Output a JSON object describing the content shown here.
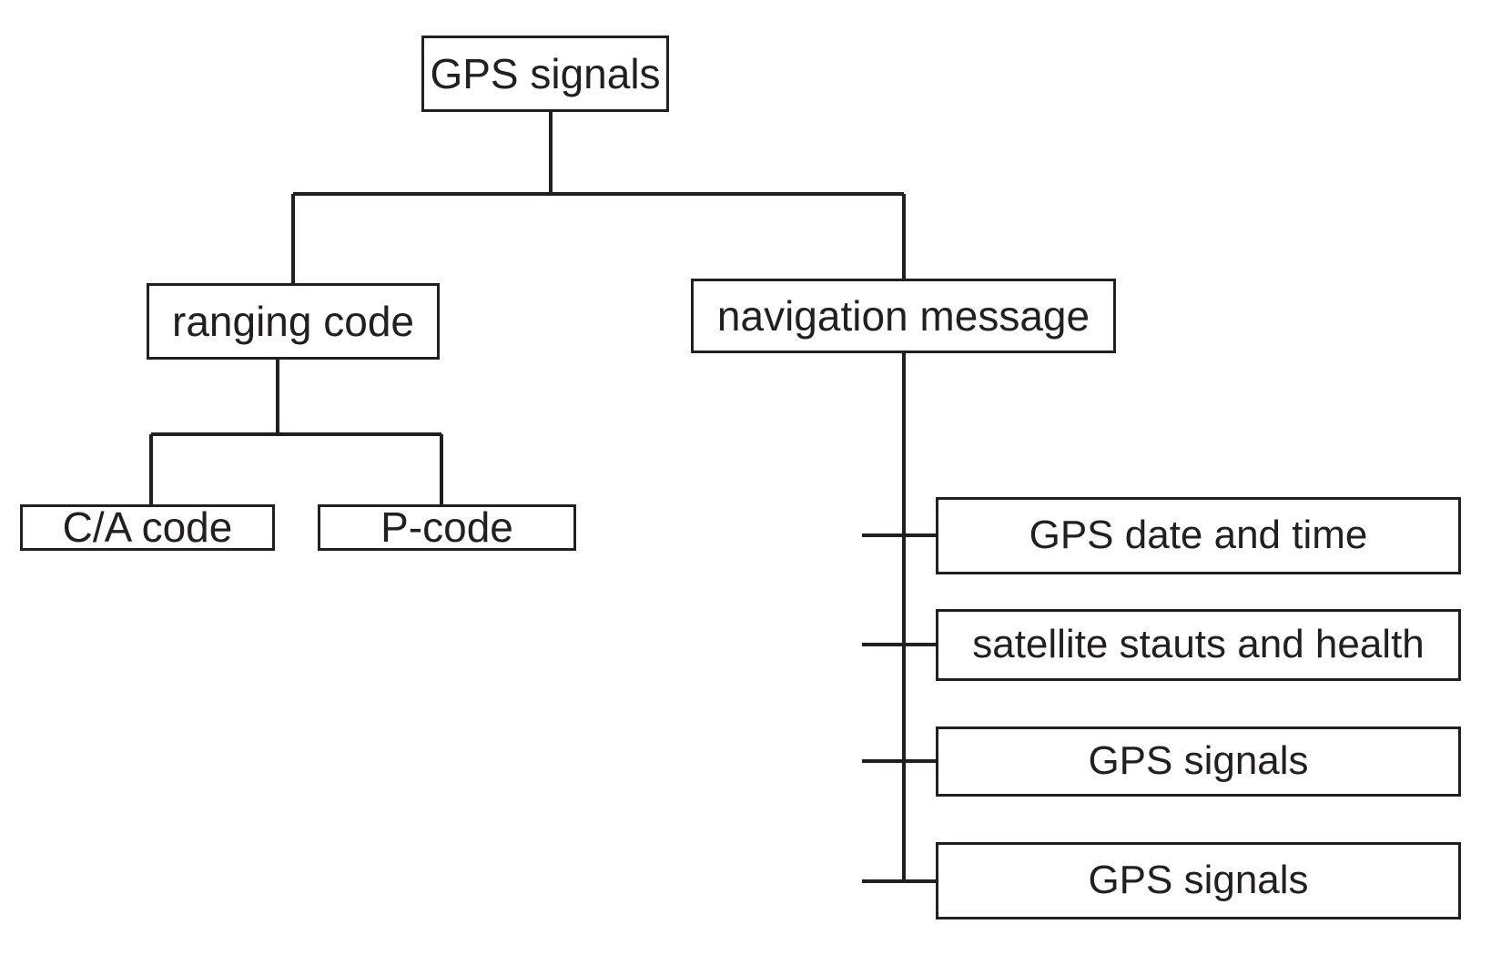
{
  "diagram": {
    "type": "hierarchy-tree",
    "title": "GPS signals",
    "stroke_color": "#231f20",
    "background_color": "#ffffff",
    "nodes": {
      "root": {
        "label": "GPS signals"
      },
      "ranging_code": {
        "label": "ranging code"
      },
      "navigation_message": {
        "label": "navigation message"
      },
      "ca_code": {
        "label": "C/A code"
      },
      "p_code": {
        "label": "P-code"
      },
      "gps_date_and_time": {
        "label": "GPS date and time"
      },
      "satellite_status": {
        "label": "satellite stauts and health"
      },
      "gps_signals_3": {
        "label": "GPS signals"
      },
      "gps_signals_4": {
        "label": "GPS signals"
      }
    },
    "edges": [
      {
        "from": "root",
        "to": "ranging_code"
      },
      {
        "from": "root",
        "to": "navigation_message"
      },
      {
        "from": "ranging_code",
        "to": "ca_code"
      },
      {
        "from": "ranging_code",
        "to": "p_code"
      },
      {
        "from": "navigation_message",
        "to": "gps_date_and_time"
      },
      {
        "from": "navigation_message",
        "to": "satellite_status"
      },
      {
        "from": "navigation_message",
        "to": "gps_signals_3"
      },
      {
        "from": "navigation_message",
        "to": "gps_signals_4"
      }
    ]
  }
}
